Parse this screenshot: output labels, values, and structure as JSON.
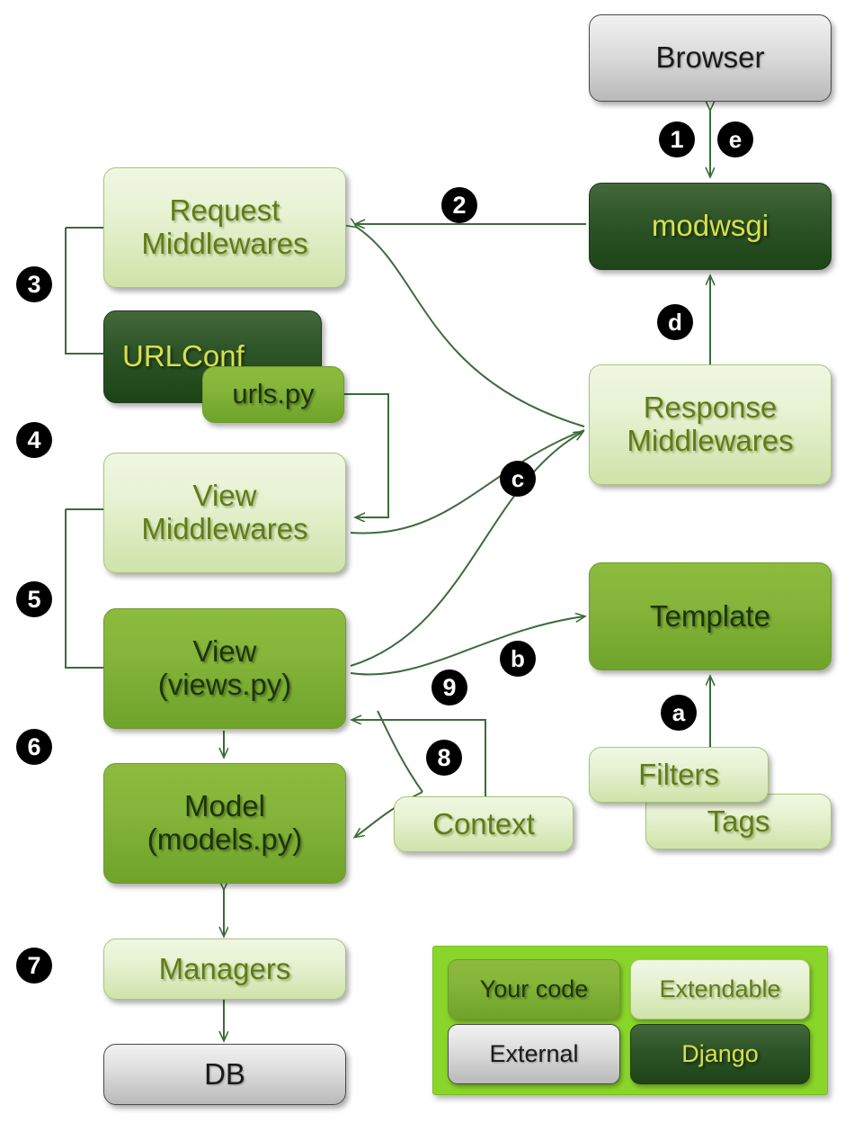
{
  "title": "Django request/response flow diagram",
  "nodes": {
    "browser": "Browser",
    "modwsgi": "modwsgi",
    "request_middlewares_l1": "Request",
    "request_middlewares_l2": "Middlewares",
    "urlconf": "URLConf",
    "urlspy": "urls.py",
    "view_middlewares_l1": "View",
    "view_middlewares_l2": "Middlewares",
    "view_l1": "View",
    "view_l2": "(views.py)",
    "model_l1": "Model",
    "model_l2": "(models.py)",
    "managers": "Managers",
    "db": "DB",
    "response_middlewares_l1": "Response",
    "response_middlewares_l2": "Middlewares",
    "template": "Template",
    "filters": "Filters",
    "tags": "Tags",
    "context": "Context"
  },
  "markers": {
    "m1": "1",
    "m2": "2",
    "m3": "3",
    "m4": "4",
    "m5": "5",
    "m6": "6",
    "m7": "7",
    "m8": "8",
    "m9": "9",
    "ma": "a",
    "mb": "b",
    "mc": "c",
    "md": "d",
    "me": "e"
  },
  "legend": {
    "your_code": "Your code",
    "extendable": "Extendable",
    "external": "External",
    "django": "Django"
  },
  "colors": {
    "legend_background": "#8ad52a",
    "your_code": "#84b439",
    "extendable": "#e7f2d3",
    "external": "#dcdcdc",
    "django": "#2f5628",
    "wire": "#3d6b3a",
    "marker": "#000000"
  }
}
